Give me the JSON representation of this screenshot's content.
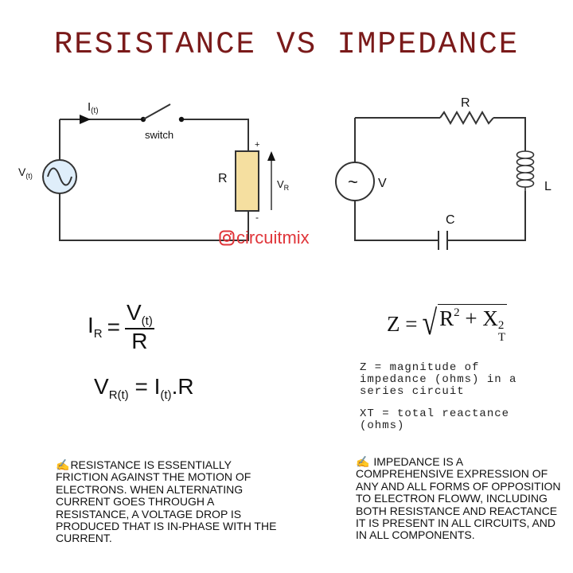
{
  "title": "RESISTANCE VS IMPEDANCE",
  "circuit_left": {
    "current_label": "I",
    "current_sub": "(t)",
    "switch_label": "switch",
    "source_label": "V",
    "source_sub": "(t)",
    "resistor_label": "R",
    "drop_label": "V",
    "drop_sub": "R",
    "plus": "+",
    "minus": "-"
  },
  "circuit_right": {
    "r_label": "R",
    "l_label": "L",
    "c_label": "C",
    "v_label": "V",
    "source_symbol": "~"
  },
  "watermark": "circuitmix",
  "formulas": {
    "ir_lhs": "I",
    "ir_lhs_sub": "R",
    "ir_eq": "=",
    "ir_num": "V",
    "ir_num_sub": "(t)",
    "ir_den": "R",
    "vr_lhs": "V",
    "vr_lhs_sub": "R(t)",
    "vr_eq": " = I",
    "vr_i_sub": "(t)",
    "vr_rhs": ".R",
    "z_lhs": "Z =",
    "z_r": "R",
    "z_r_exp": "2",
    "z_plus": " + X",
    "z_x_sub": "T",
    "z_x_exp": "2"
  },
  "definitions": {
    "z": "Z = magnitude of impedance (ohms) in a series circuit",
    "xt": "XT = total reactance (ohms)"
  },
  "paragraphs": {
    "icon": "✍",
    "resistance": "RESISTANCE IS ESSENTIALLY FRICTION AGAINST THE MOTION OF ELECTRONS. WHEN ALTERNATING CURRENT GOES THROUGH A RESISTANCE, A VOLTAGE DROP IS PRODUCED THAT IS IN-PHASE WITH THE CURRENT.",
    "impedance": " IMPEDANCE IS A COMPREHENSIVE EXPRESSION OF ANY AND ALL FORMS OF OPPOSITION TO ELECTRON FLOWw, INCLUDING BOTH RESISTANCE AND REACTANCE IT IS PRESENT IN ALL CIRCUITS, AND IN ALL COMPONENTS."
  }
}
